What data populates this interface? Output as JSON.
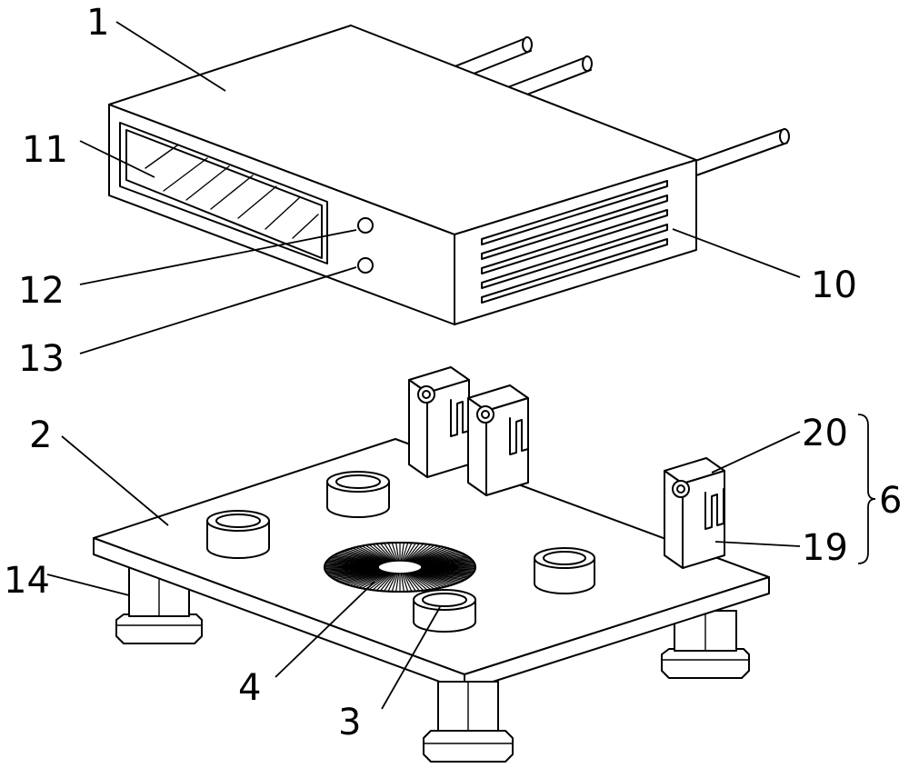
{
  "labels": {
    "l1": "1",
    "l11": "11",
    "l12": "12",
    "l13": "13",
    "l10": "10",
    "l2": "2",
    "l14": "14",
    "l4": "4",
    "l3": "3",
    "l20": "20",
    "l19": "19",
    "l6": "6"
  }
}
